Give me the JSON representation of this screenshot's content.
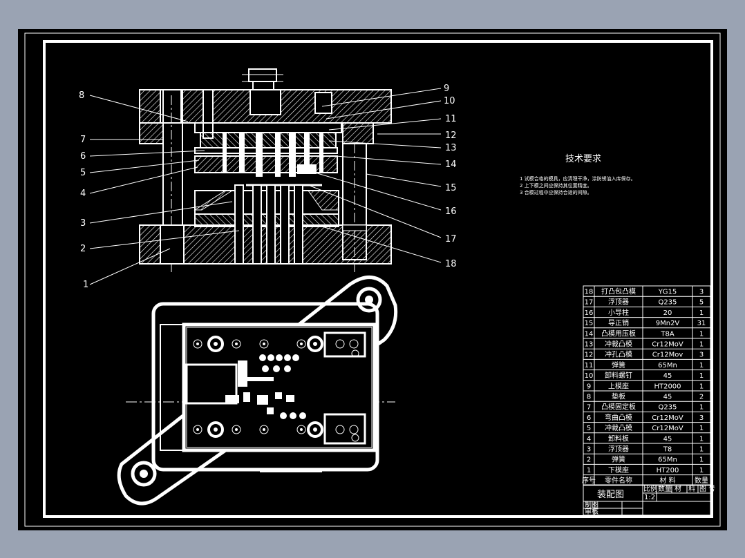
{
  "tech": {
    "title": "技术要求",
    "lines": [
      "1 试模合格的模具，应清理干净，涂防锈油入库保存。",
      "2 上下模之间应保持其位置精度。",
      "3 合模过程中应保持合适的间隙。"
    ]
  },
  "callouts": [
    "1",
    "2",
    "3",
    "4",
    "5",
    "6",
    "7",
    "8",
    "9",
    "10",
    "11",
    "12",
    "13",
    "14",
    "15",
    "16",
    "17",
    "18"
  ],
  "parts": [
    {
      "no": "18",
      "name": "打凸包凸模",
      "material": "YG15",
      "qty": "3"
    },
    {
      "no": "17",
      "name": "浮顶器",
      "material": "Q235",
      "qty": "5"
    },
    {
      "no": "16",
      "name": "小导柱",
      "material": "20",
      "qty": "1"
    },
    {
      "no": "15",
      "name": "导正销",
      "material": "9Mn2V",
      "qty": "31"
    },
    {
      "no": "14",
      "name": "凸模用压板",
      "material": "T8A",
      "qty": "1"
    },
    {
      "no": "13",
      "name": "冲裁凸模",
      "material": "Cr12MoV",
      "qty": "1"
    },
    {
      "no": "12",
      "name": "冲孔凸模",
      "material": "Cr12Mov",
      "qty": "3"
    },
    {
      "no": "11",
      "name": "弹簧",
      "material": "65Mn",
      "qty": "1"
    },
    {
      "no": "10",
      "name": "卸料螺钉",
      "material": "45",
      "qty": "1"
    },
    {
      "no": "9",
      "name": "上模座",
      "material": "HT2000",
      "qty": "1"
    },
    {
      "no": "8",
      "name": "垫板",
      "material": "45",
      "qty": "2"
    },
    {
      "no": "7",
      "name": "凸模固定板",
      "material": "Q235",
      "qty": "1"
    },
    {
      "no": "6",
      "name": "弯曲凸模",
      "material": "Cr12MoV",
      "qty": "3"
    },
    {
      "no": "5",
      "name": "冲裁凸模",
      "material": "Cr12MoV",
      "qty": "1"
    },
    {
      "no": "4",
      "name": "卸料板",
      "material": "45",
      "qty": "1"
    },
    {
      "no": "3",
      "name": "浮顶器",
      "material": "T8",
      "qty": "1"
    },
    {
      "no": "2",
      "name": "弹簧",
      "material": "65Mn",
      "qty": "1"
    },
    {
      "no": "1",
      "name": "下模座",
      "material": "HT200",
      "qty": "1"
    }
  ],
  "table_header": {
    "no": "序号",
    "name": "零件名称",
    "material": "材 料",
    "qty": "数量"
  },
  "title_block": {
    "drawing_name": "装配图",
    "cells": [
      "比例",
      "数量",
      "材",
      "料",
      "图 号"
    ],
    "scale": "1:2",
    "design": "制图",
    "check": "审核"
  }
}
